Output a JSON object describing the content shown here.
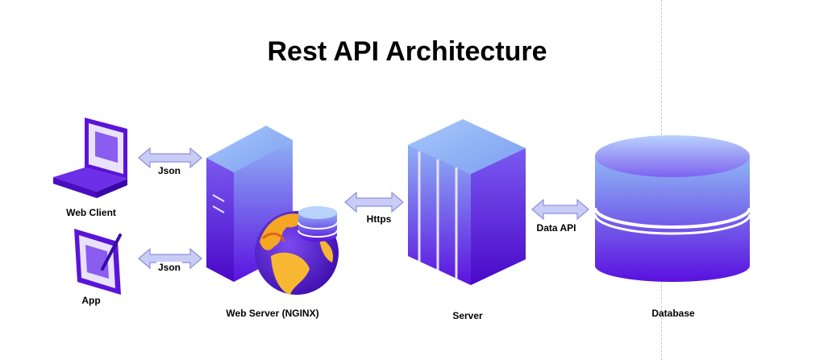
{
  "title": "Rest API Architecture",
  "nodes": {
    "web_client": "Web Client",
    "app": "App",
    "web_server": "Web Server (NGINX)",
    "server": "Server",
    "database": "Database"
  },
  "connections": {
    "web_client_to_web_server": "Json",
    "app_to_web_server": "Json",
    "web_server_to_server": "Https",
    "server_to_database": "Data API"
  },
  "colors": {
    "primary": "#6a1fe6",
    "light": "#8fb8f5",
    "arrow_fill": "#c9cdf5",
    "arrow_stroke": "#8a8fe0",
    "globe_orange": "#f5a623"
  }
}
